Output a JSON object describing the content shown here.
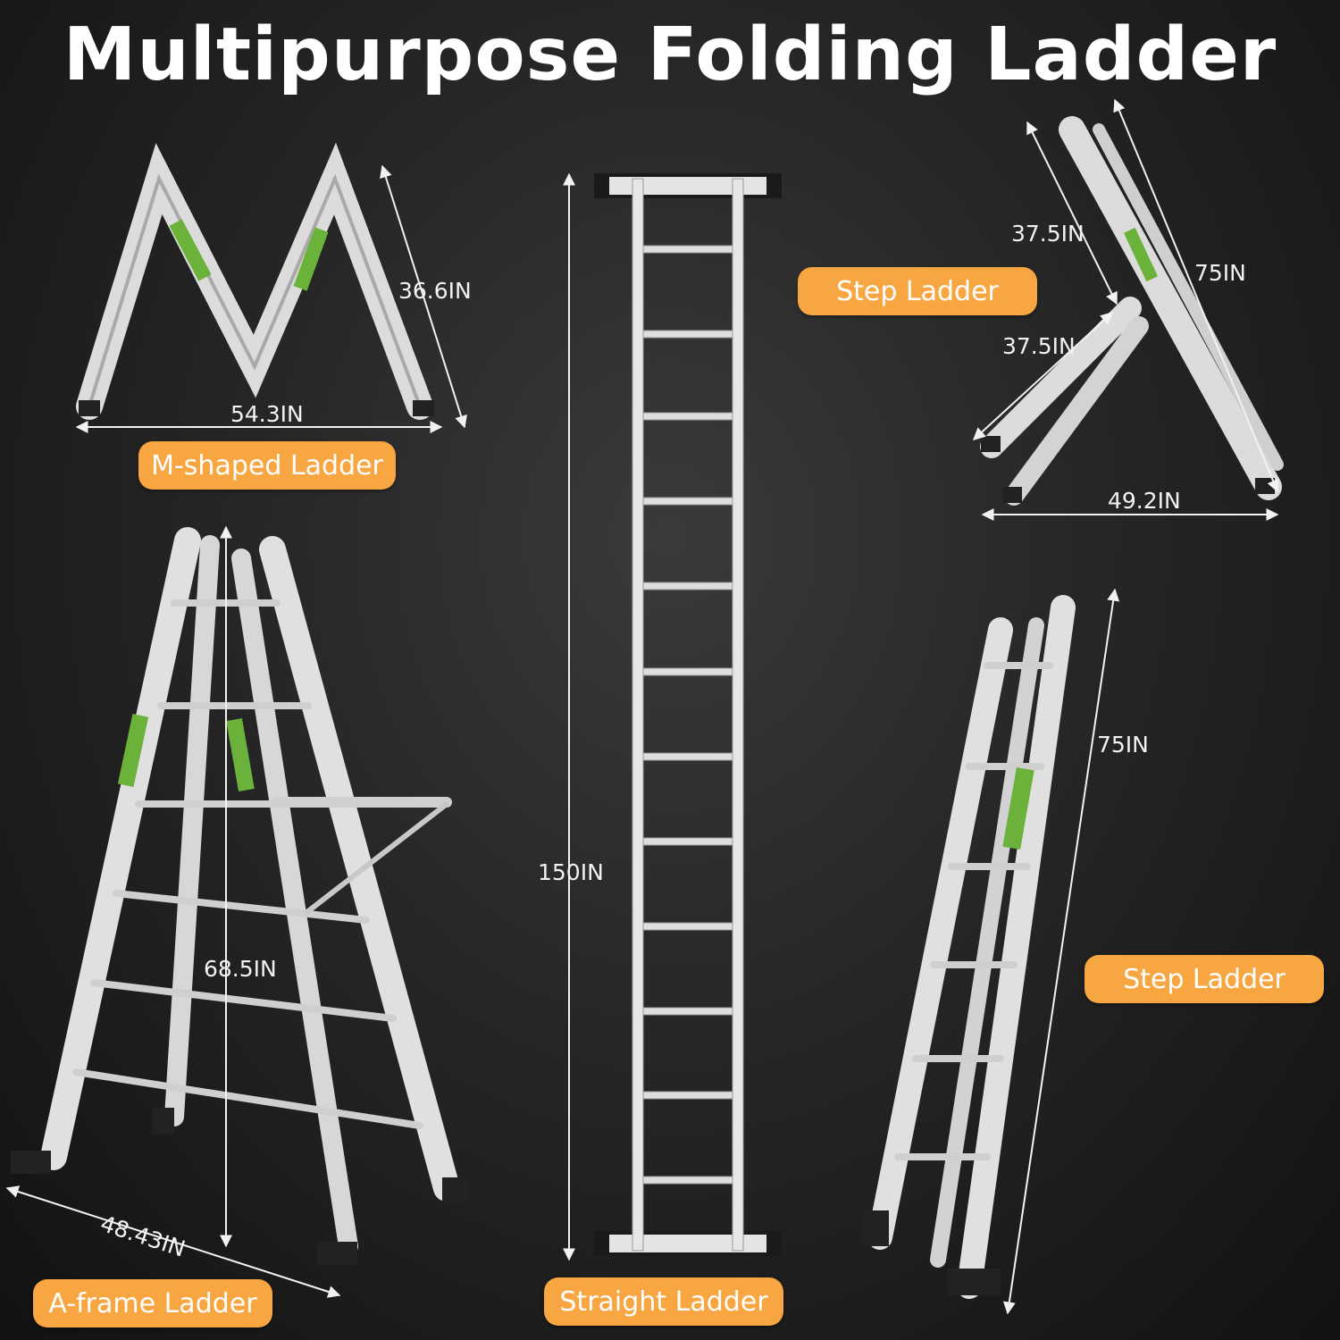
{
  "title": "Multipurpose Folding Ladder",
  "labels": {
    "m_shaped": "M-shaped Ladder",
    "a_frame": "A-frame Ladder",
    "straight": "Straight Ladder",
    "step_top": "Step Ladder",
    "step_bottom": "Step Ladder"
  },
  "dimensions": {
    "m_height": "36.6IN",
    "m_width": "54.3IN",
    "a_height": "68.5IN",
    "a_width": "48.43IN",
    "straight_height": "150IN",
    "step_top_upper": "37.5IN",
    "step_top_lower": "37.5IN",
    "step_top_length": "75IN",
    "step_top_width": "49.2IN",
    "step_bottom_length": "75IN"
  },
  "colors": {
    "background": "#262626",
    "accent": "#f8a641",
    "ladder": "#e6e6e6",
    "sticker": "#6bb23a"
  }
}
